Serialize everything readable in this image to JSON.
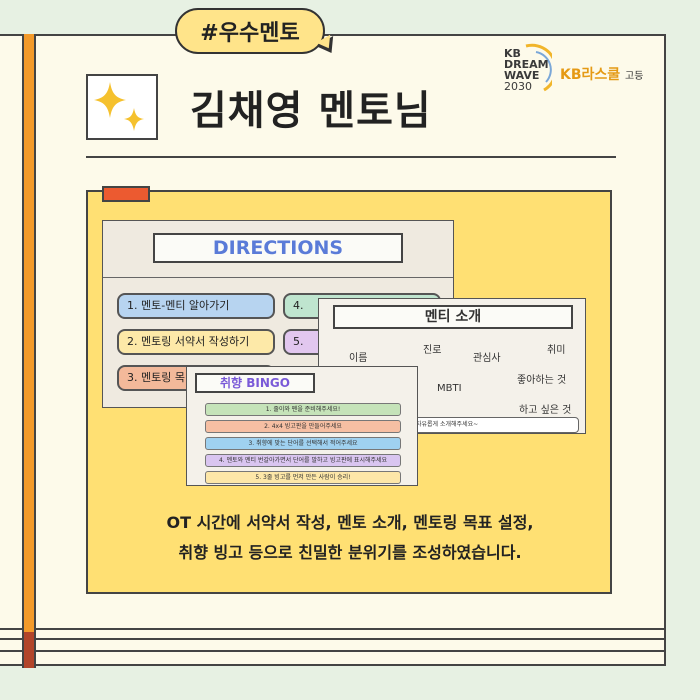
{
  "tag": "#우수멘토",
  "title": "김채영 멘토님",
  "logo": {
    "kb_lines": [
      "KB",
      "DREAM",
      "WAVE",
      "2030"
    ],
    "school_name": "KB라스쿨",
    "school_level": "고등"
  },
  "slides": {
    "directions": {
      "title": "DIRECTIONS",
      "items": [
        "1. 멘토-멘티 알아가기",
        "2. 멘토링 서약서 작성하기",
        "3. 멘토링 목",
        "4.",
        "5."
      ]
    },
    "mentor_intro": {
      "title": "멘티 소개",
      "words": [
        "이름",
        "진로",
        "관심사",
        "취미",
        "MBTI",
        "좋아하는 것",
        "하고 싶은 것"
      ],
      "footer": "자유롭게 소개해주세요~"
    },
    "bingo": {
      "title": "취향 BINGO",
      "rows": [
        "1. 줄이와 펜을 준비해주세요!",
        "2. 4x4 빙고판을 만들어주세요",
        "3. 취향에 맞는 단어를 선택해서 적어주세요",
        "4. 멘토와 멘티 번갈아가면서 단어를 말하고 빙고판에 표시해주세요",
        "5. 3줄 빙고를 먼저 만든 사람이 승리!"
      ]
    }
  },
  "caption": {
    "line1": "OT 시간에 서약서 작성, 멘토 소개, 멘토링 목표 설정,",
    "line2": "취향 빙고 등으로 친밀한 분위기를 조성하였습니다."
  },
  "colors": {
    "background": "#e7f1e3",
    "paper": "#fdfaea",
    "spine": "#f39a2a",
    "card": "#ffe073",
    "tag": "#ffe48a",
    "sparkle": "#f5c12e",
    "accent_tab": "#ec5a30"
  },
  "icons": [
    "sparkle-icon"
  ]
}
